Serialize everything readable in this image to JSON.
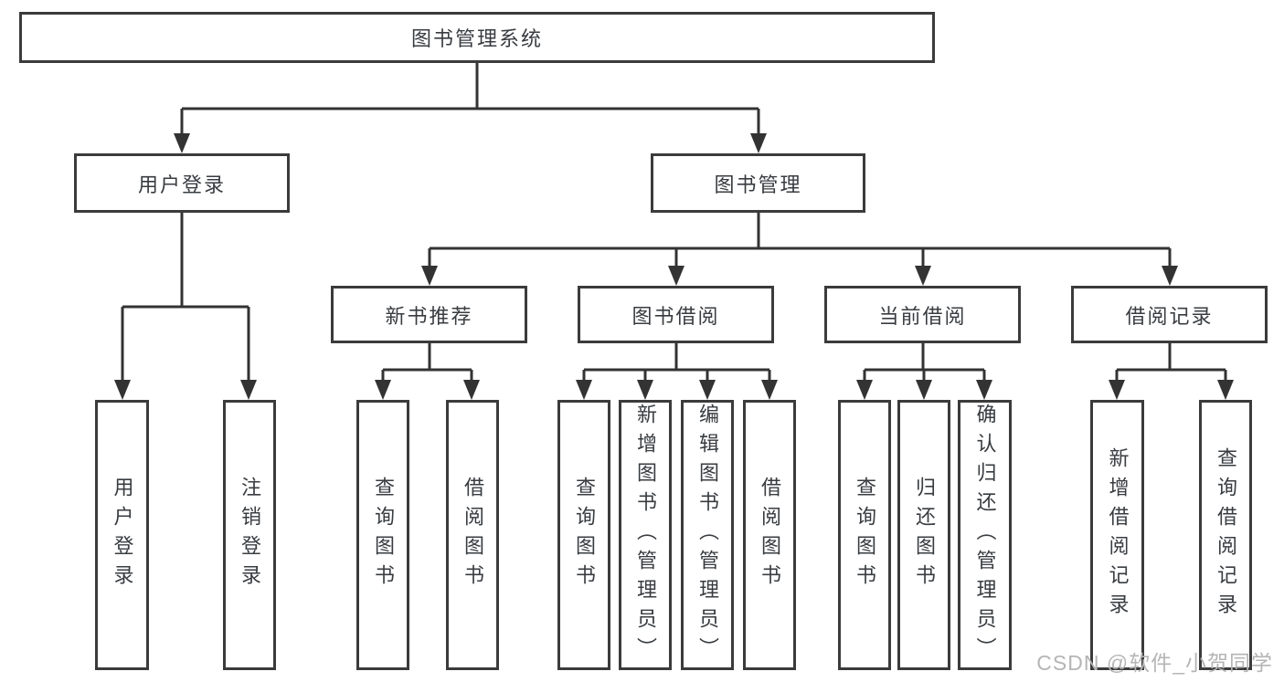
{
  "diagram": {
    "root": {
      "label": "图书管理系统",
      "children": [
        {
          "label": "用户登录",
          "children": [
            {
              "label": "用户登录"
            },
            {
              "label": "注销登录"
            }
          ]
        },
        {
          "label": "图书管理",
          "children": [
            {
              "label": "新书推荐",
              "children": [
                {
                  "label": "查询图书"
                },
                {
                  "label": "借阅图书"
                }
              ]
            },
            {
              "label": "图书借阅",
              "children": [
                {
                  "label": "查询图书"
                },
                {
                  "label": "新增图书（管理员）"
                },
                {
                  "label": "编辑图书（管理员）"
                },
                {
                  "label": "借阅图书"
                }
              ]
            },
            {
              "label": "当前借阅",
              "children": [
                {
                  "label": "查询图书"
                },
                {
                  "label": "归还图书"
                },
                {
                  "label": "确认归还（管理员）"
                }
              ]
            },
            {
              "label": "借阅记录",
              "children": [
                {
                  "label": "新增借阅记录"
                },
                {
                  "label": "查询借阅记录"
                }
              ]
            }
          ]
        }
      ]
    }
  },
  "watermark": {
    "text": "CSDN @软件_小贺同学"
  },
  "colors": {
    "line": "#333333",
    "box_border": "#3b3b3b",
    "text": "#383c40",
    "watermark": "#b5b5b5",
    "background": "#ffffff"
  }
}
